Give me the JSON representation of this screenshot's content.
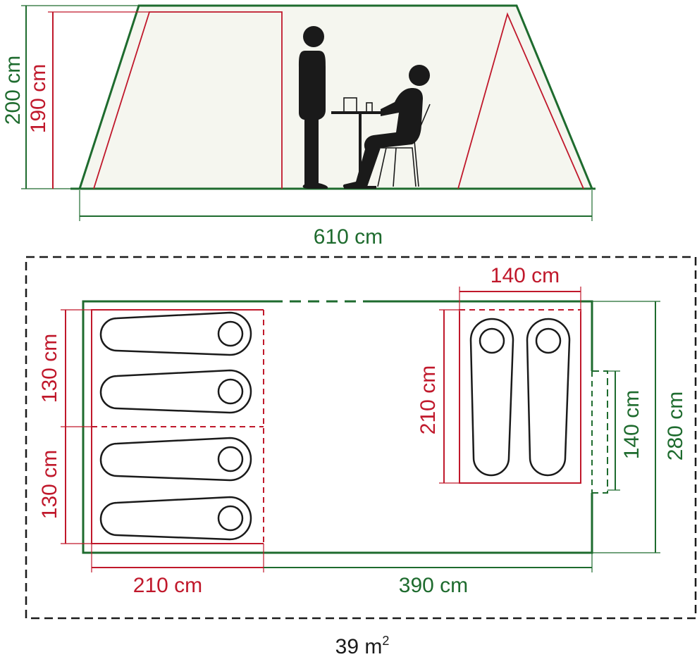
{
  "colors": {
    "green": "#1e6b2e",
    "red": "#c0182b",
    "black": "#1a1a1a",
    "ground": "#f5f6ef"
  },
  "side_view": {
    "height_outer_label": "200 cm",
    "height_inner_label": "190 cm",
    "length_label": "610 cm"
  },
  "floor_plan": {
    "bedroom_left_height_top": "130 cm",
    "bedroom_left_height_bottom": "130 cm",
    "bedroom_left_width": "210 cm",
    "living_width": "390 cm",
    "bedroom_right_width": "140 cm",
    "bedroom_right_length": "210 cm",
    "door_width": "140 cm",
    "total_depth": "280 cm",
    "area_number": "39 m",
    "area_exponent": "2"
  },
  "icons": [
    "standing-person-icon",
    "seated-person-icon",
    "table-icon",
    "chair-icon",
    "sleeping-bag-icon"
  ]
}
